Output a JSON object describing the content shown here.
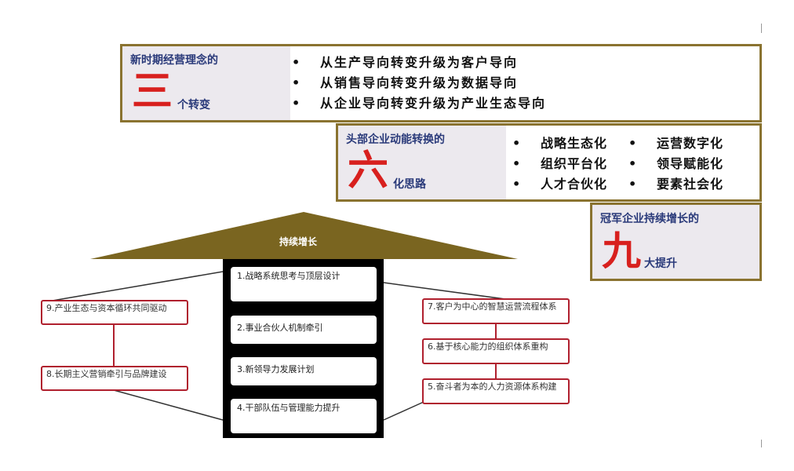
{
  "panel1": {
    "title": "新时期经营理念的",
    "big_char": "三",
    "suffix": "个转变",
    "items": [
      "从生产导向转变升级为客户导向",
      "从销售导向转变升级为数据导向",
      "从企业导向转变升级为产业生态导向"
    ]
  },
  "panel2": {
    "title": "头部企业动能转换的",
    "big_char": "六",
    "suffix": "化思路",
    "col1": [
      "战略生态化",
      "组织平台化",
      "人才合伙化"
    ],
    "col2": [
      "运营数字化",
      "领导赋能化",
      "要素社会化"
    ]
  },
  "panel3": {
    "title": "冠军企业持续增长的",
    "big_char": "九",
    "suffix": "大提升"
  },
  "diagram": {
    "roof_label": "持续增长",
    "pillar_items": [
      "1.战略系统思考与顶层设计",
      "2.事业合伙人机制牵引",
      "3.新领导力发展计划",
      "4.干部队伍与管理能力提升"
    ],
    "left_items": [
      "9.产业生态与资本循环共同驱动",
      "8.长期主义营销牵引与品牌建设"
    ],
    "right_items": [
      "7.客户为中心的智慧运营流程体系",
      "6.基于核心能力的组织体系重构",
      "5.奋斗者为本的人力资源体系构建"
    ]
  },
  "colors": {
    "frame": "#8a7330",
    "accent_red": "#d8201e",
    "title_blue": "#2a3a7a",
    "box_red": "#b0202e",
    "roof": "#7a6520"
  }
}
